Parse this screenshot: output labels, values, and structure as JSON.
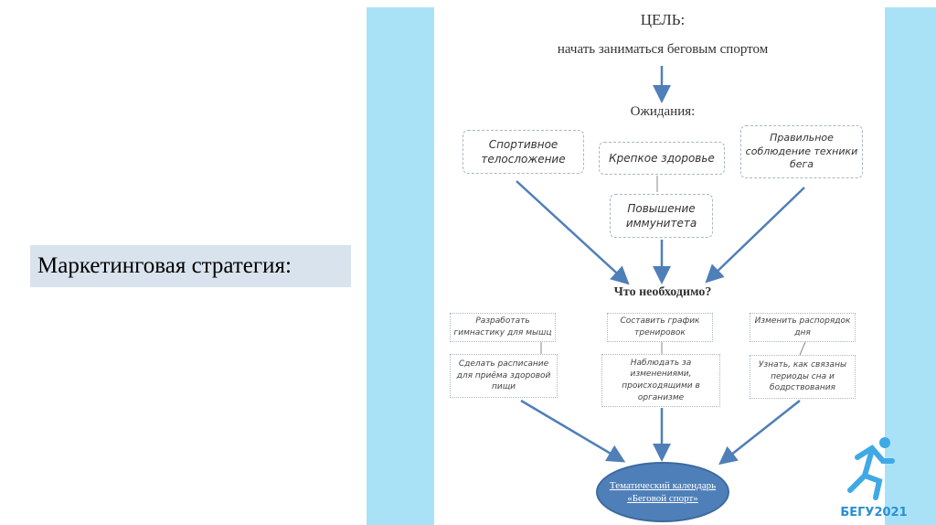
{
  "slide_title": "Маркетинговая стратегия:",
  "diagram": {
    "goal_label": "ЦЕЛЬ:",
    "goal": "начать заниматься беговым спортом",
    "expectations_label": "Ожидания:",
    "expectations": [
      "Спортивное телосложение",
      "Крепкое здоровье",
      "Правильное соблюдение техники бега"
    ],
    "sub_expectation": "Повышение иммунитета",
    "needed_label": "Что необходимо?",
    "tasks_top": [
      "Разработать гимнастику для мышц",
      "Составить график тренировок",
      "Изменить распорядок дня"
    ],
    "tasks_bottom": [
      "Сделать расписание для приёма здоровой пищи",
      "Наблюдать за изменениями, происходящими в организме",
      "Узнать, как связаны периоды сна и бодрствования"
    ],
    "result": "Тематический календарь «Беговой спорт»"
  },
  "logo_text": "БЕГУ2021",
  "colors": {
    "strip": "#a9e2f6",
    "arrow": "#4f7fb8",
    "title_bg": "#d9e3ee"
  }
}
